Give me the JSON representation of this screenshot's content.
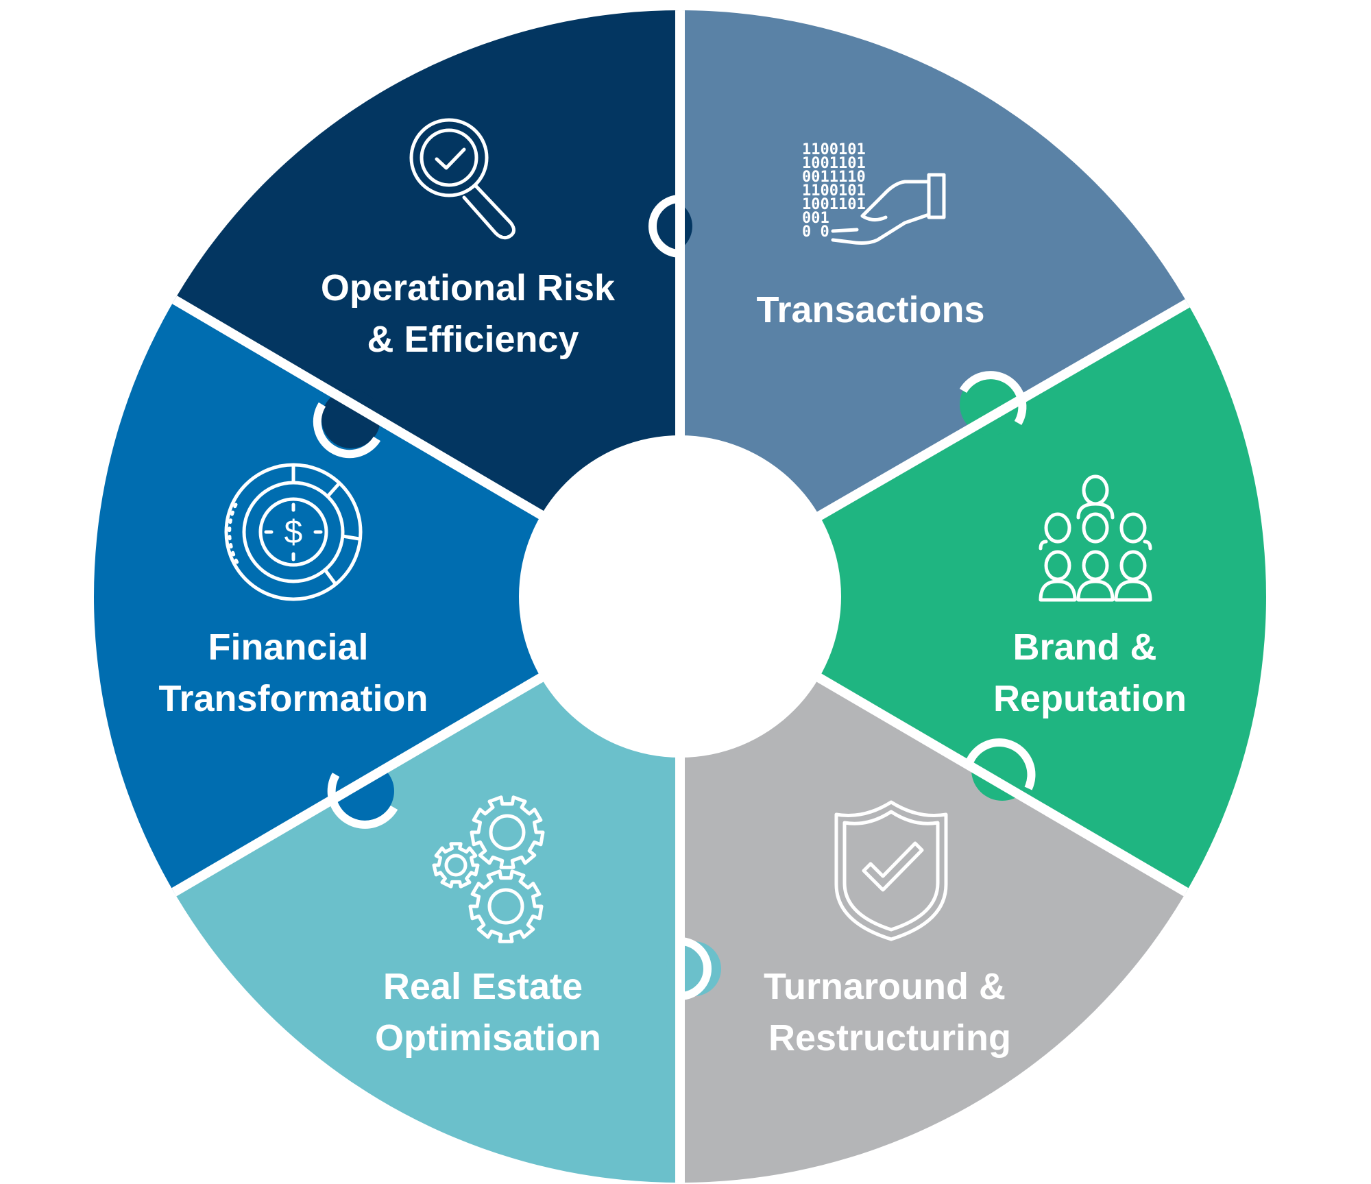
{
  "segments": [
    {
      "id": "operational-risk",
      "lines": [
        "Operational Risk",
        "& Efficiency"
      ],
      "color": "#033661",
      "icon": "magnifier-check-icon"
    },
    {
      "id": "transactions",
      "lines": [
        "Transactions"
      ],
      "color": "#5A82A6",
      "icon": "binary-hand-icon"
    },
    {
      "id": "brand-reputation",
      "lines": [
        "Brand &",
        "Reputation"
      ],
      "color": "#1FB581",
      "icon": "people-group-icon"
    },
    {
      "id": "turnaround",
      "lines": [
        "Turnaround &",
        "Restructuring"
      ],
      "color": "#B4B5B7",
      "icon": "shield-check-icon"
    },
    {
      "id": "real-estate",
      "lines": [
        "Real Estate",
        "Optimisation"
      ],
      "color": "#6BC0CB",
      "icon": "gears-icon"
    },
    {
      "id": "financial-transformation",
      "lines": [
        "Financial",
        "Transformation"
      ],
      "color": "#006DB0",
      "icon": "dollar-dial-icon"
    }
  ],
  "icons": {
    "binary_rows": [
      "1100101",
      "1001101",
      "0011110",
      "1100101",
      "1001101",
      "001",
      "0 0"
    ]
  }
}
